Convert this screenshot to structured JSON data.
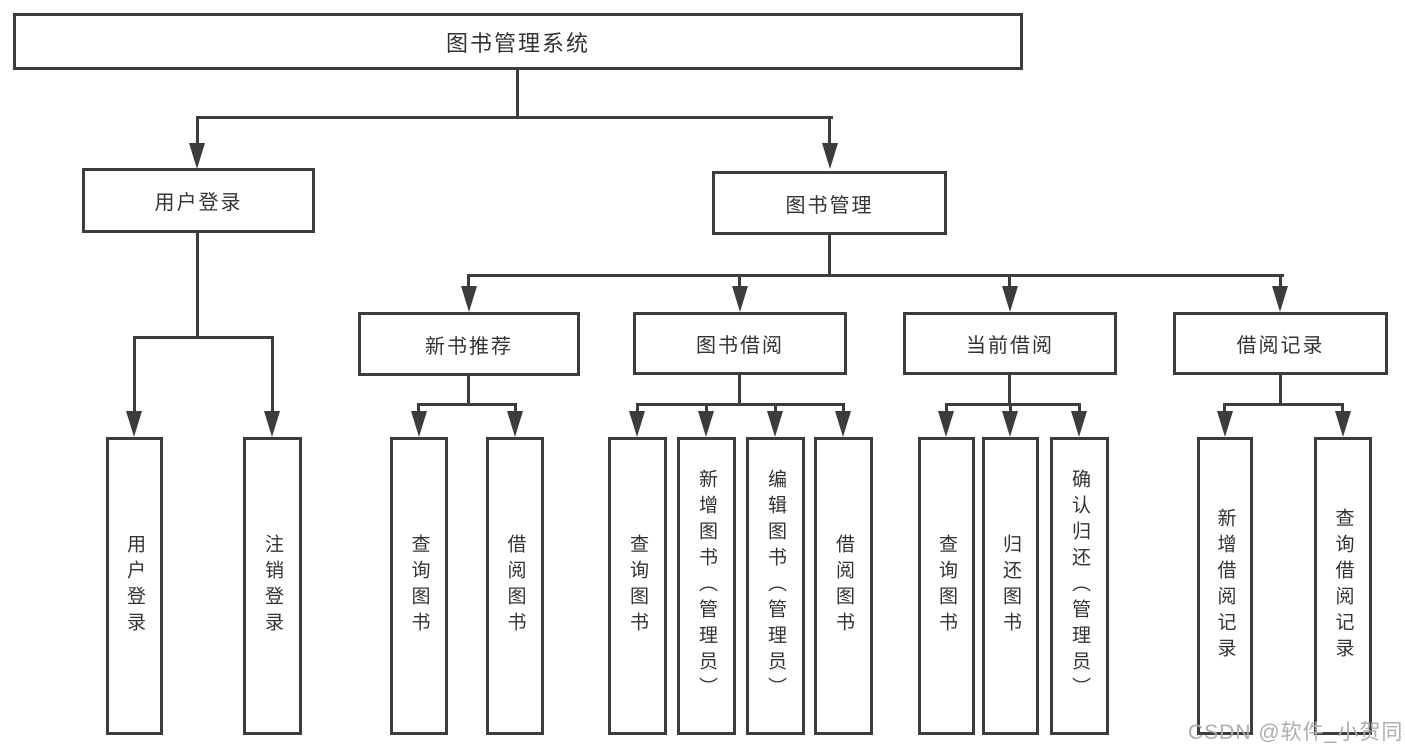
{
  "title": "图书管理系统",
  "watermark": "CSDN @软件_小贺同学",
  "colors": {
    "line": "#3c3c3c",
    "box_background": "#ffffff",
    "text": "#333333",
    "watermark": "#aeaeae",
    "page_background": "#ffffff"
  },
  "nodes": {
    "root": {
      "label": "图书管理系统"
    },
    "level2": [
      {
        "label": "用户登录"
      },
      {
        "label": "图书管理"
      }
    ],
    "level3": [
      {
        "label": "新书推荐",
        "parent": "图书管理"
      },
      {
        "label": "图书借阅",
        "parent": "图书管理"
      },
      {
        "label": "当前借阅",
        "parent": "图书管理"
      },
      {
        "label": "借阅记录",
        "parent": "图书管理"
      }
    ],
    "leaves": [
      {
        "label": "用户登录",
        "parent": "用户登录"
      },
      {
        "label": "注销登录",
        "parent": "用户登录"
      },
      {
        "label": "查询图书",
        "parent": "新书推荐"
      },
      {
        "label": "借阅图书",
        "parent": "新书推荐"
      },
      {
        "label": "查询图书",
        "parent": "图书借阅"
      },
      {
        "label": "新增图书（管理员）",
        "parent": "图书借阅"
      },
      {
        "label": "编辑图书（管理员）",
        "parent": "图书借阅"
      },
      {
        "label": "借阅图书",
        "parent": "图书借阅"
      },
      {
        "label": "查询图书",
        "parent": "当前借阅"
      },
      {
        "label": "归还图书",
        "parent": "当前借阅"
      },
      {
        "label": "确认归还（管理员）",
        "parent": "当前借阅"
      },
      {
        "label": "新增借阅记录",
        "parent": "借阅记录"
      },
      {
        "label": "查询借阅记录",
        "parent": "借阅记录"
      }
    ]
  }
}
